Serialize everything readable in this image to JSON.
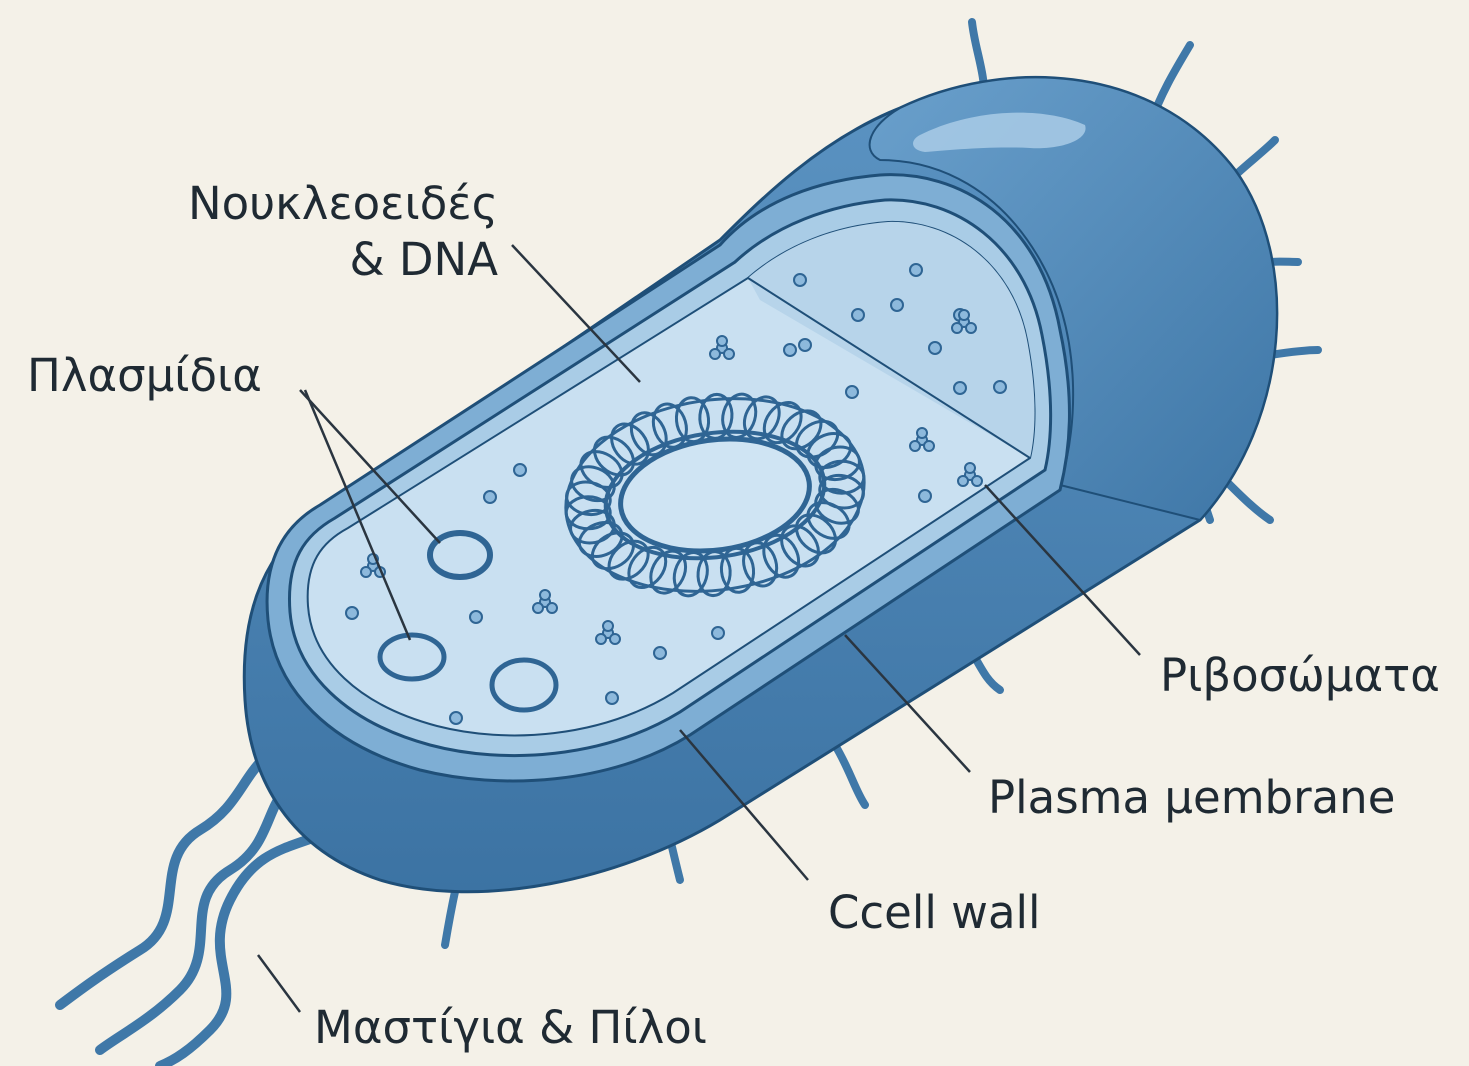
{
  "labels": {
    "nucleoid_line1": "Νουκλεοειδές",
    "nucleoid_line2": "& DNA",
    "plasmids": "Πλασμίδια",
    "ribosomes": "Ριβοσώματα",
    "plasma_membrane": "Plasma μembrane",
    "cell_wall": "Ccell wall",
    "flagella_pili": "Μαστίγια & Πίλοι"
  },
  "colors": {
    "background": "#f4f1e8",
    "cell_wall_outer": "#4f88b8",
    "cell_wall_shadow": "#3a6f9d",
    "cell_wall_highlight": "#9cc3e0",
    "cytoplasm": "#c7dff0",
    "outline": "#1f4f78",
    "leader_line": "#2a3540"
  }
}
